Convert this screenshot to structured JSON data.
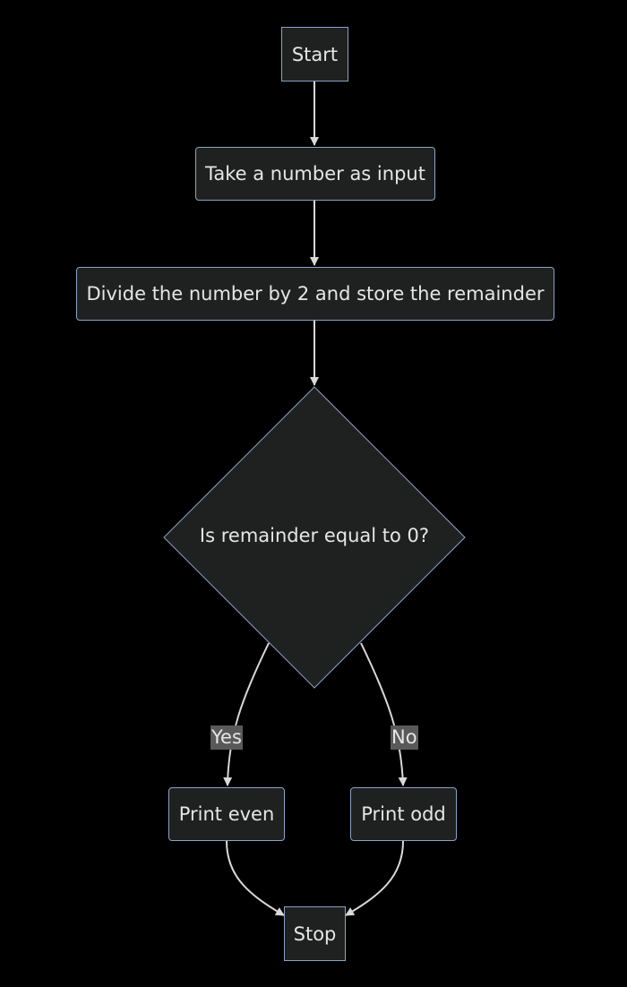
{
  "flowchart": {
    "nodes": {
      "start": "Start",
      "input": "Take a number as input",
      "divide": "Divide the number by 2 and store the remainder",
      "decision": "Is remainder equal to 0?",
      "even": "Print even",
      "odd": "Print odd",
      "stop": "Stop"
    },
    "edges": {
      "yes_label": "Yes",
      "no_label": "No"
    }
  },
  "colors": {
    "background": "#000000",
    "node_fill": "#1f2020",
    "node_border": "#8aa3c4",
    "edge": "#d9d9d9",
    "edge_label_bg": "#595959",
    "text": "#e6e6e6"
  }
}
